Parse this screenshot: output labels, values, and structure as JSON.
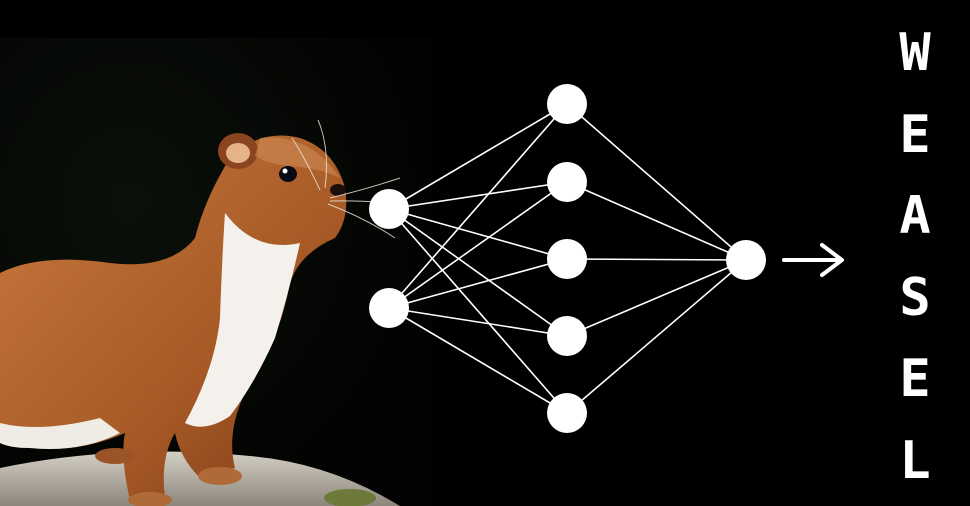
{
  "diagram": {
    "output_label": "WEASEL",
    "arrow": "→",
    "layers": [
      2,
      5,
      1
    ],
    "colors": {
      "background": "#000000",
      "node": "#ffffff",
      "edge": "#ffffff",
      "fur": "#b5652f",
      "fur_dark": "#7a3a17",
      "belly": "#f4f1ec",
      "rock": "#b9b3a8"
    }
  }
}
